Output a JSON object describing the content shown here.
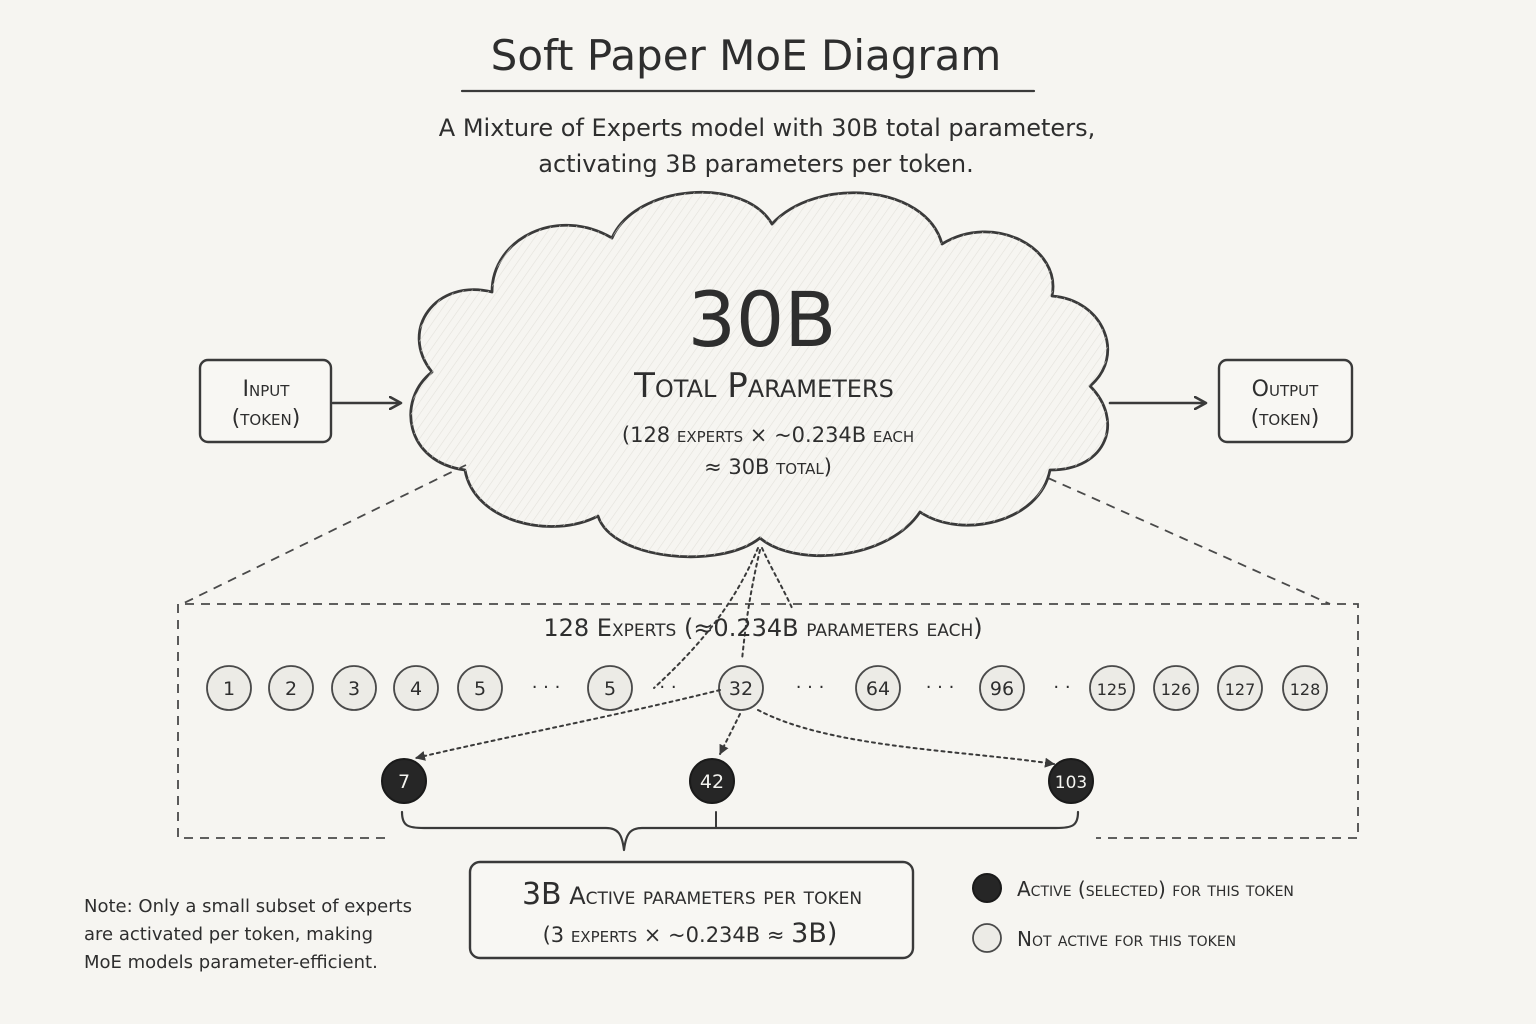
{
  "title": "Soft Paper MoE Diagram",
  "subtitle_line1": "A Mixture of Experts model with 30B total parameters,",
  "subtitle_line2": "activating 3B parameters per token.",
  "input": {
    "line1": "Input",
    "line2": "(token)"
  },
  "output": {
    "line1": "Output",
    "line2": "(token)"
  },
  "cloud": {
    "big": "30B",
    "label": "Total Parameters",
    "detail_line1": "(128 experts × ~0.234B each",
    "detail_line2": "≈ 30B total)"
  },
  "experts_header": "128 Experts (≈0.234B parameters each)",
  "experts_row": [
    {
      "label": "1"
    },
    {
      "label": "2"
    },
    {
      "label": "3"
    },
    {
      "label": "4"
    },
    {
      "label": "5"
    },
    {
      "sep": "· · ·"
    },
    {
      "label": "5"
    },
    {
      "sep": "· ·"
    },
    {
      "label": "32"
    },
    {
      "sep": "· · ·"
    },
    {
      "label": "64"
    },
    {
      "sep": "· · ·"
    },
    {
      "label": "96"
    },
    {
      "sep": "· ·"
    },
    {
      "label": "125"
    },
    {
      "label": "126"
    },
    {
      "label": "127"
    },
    {
      "label": "128"
    }
  ],
  "active_experts": [
    "7",
    "42",
    "103"
  ],
  "active_box": {
    "line1_big": "3B",
    "line1_rest": "Active parameters per token",
    "line2_rest": "(3 experts × ~0.234B ≈",
    "line2_big": "3B)"
  },
  "legend": {
    "active": "Active (selected) for this token",
    "inactive": "Not active for this token"
  },
  "note": [
    "Note: Only a small subset of experts",
    "are activated per token, making",
    "MoE models parameter-efficient."
  ],
  "colors": {
    "paper": "#f6f5f1",
    "ink": "#2e2e2e",
    "active_fill": "#262626",
    "inactive_fill": "#ecebe6"
  }
}
